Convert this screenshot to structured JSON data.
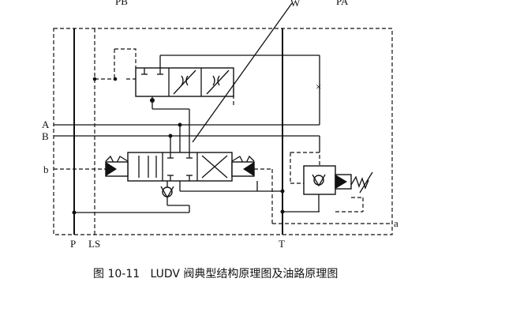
{
  "labels": {
    "pb": "PB",
    "w": "W",
    "pa": "PA",
    "a_port": "A",
    "b_port": "B",
    "b_lower": "b",
    "a_lower": "a",
    "p": "P",
    "ls": "LS",
    "t": "T"
  },
  "caption": "图 10-11   LUDV 阀典型结构原理图及油路原理图"
}
